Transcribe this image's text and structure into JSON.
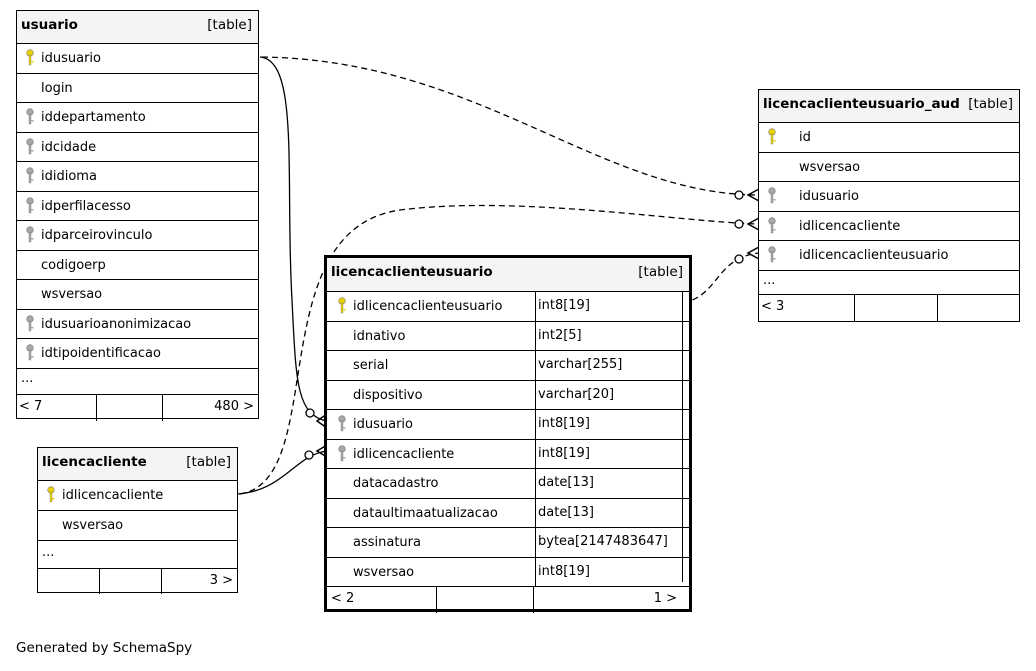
{
  "footer_text": "Generated by SchemaSpy",
  "tables": {
    "usuario": {
      "name": "usuario",
      "kind": "[table]",
      "columns": [
        {
          "name": "idusuario",
          "key": "primary"
        },
        {
          "name": "login",
          "key": "none"
        },
        {
          "name": "iddepartamento",
          "key": "foreign"
        },
        {
          "name": "idcidade",
          "key": "foreign"
        },
        {
          "name": "ididioma",
          "key": "foreign"
        },
        {
          "name": "idperfilacesso",
          "key": "foreign"
        },
        {
          "name": "idparceirovinculo",
          "key": "foreign"
        },
        {
          "name": "codigoerp",
          "key": "none"
        },
        {
          "name": "wsversao",
          "key": "none"
        },
        {
          "name": "idusuarioanonimizacao",
          "key": "foreign"
        },
        {
          "name": "idtipoidentificacao",
          "key": "foreign"
        }
      ],
      "more": "...",
      "footer": [
        "< 7",
        "",
        "480 >"
      ]
    },
    "licencacliente": {
      "name": "licencacliente",
      "kind": "[table]",
      "columns": [
        {
          "name": "idlicencacliente",
          "key": "primary"
        },
        {
          "name": "wsversao",
          "key": "none"
        }
      ],
      "more": "...",
      "footer": [
        "",
        "",
        "3 >"
      ]
    },
    "licencaclienteusuario": {
      "name": "licencaclienteusuario",
      "kind": "[table]",
      "columns": [
        {
          "name": "idlicencaclienteusuario",
          "type": "int8[19]",
          "key": "primary"
        },
        {
          "name": "idnativo",
          "type": "int2[5]",
          "key": "none"
        },
        {
          "name": "serial",
          "type": "varchar[255]",
          "key": "none"
        },
        {
          "name": "dispositivo",
          "type": "varchar[20]",
          "key": "none"
        },
        {
          "name": "idusuario",
          "type": "int8[19]",
          "key": "foreign"
        },
        {
          "name": "idlicencacliente",
          "type": "int8[19]",
          "key": "foreign"
        },
        {
          "name": "datacadastro",
          "type": "date[13]",
          "key": "none"
        },
        {
          "name": "dataultimaatualizacao",
          "type": "date[13]",
          "key": "none"
        },
        {
          "name": "assinatura",
          "type": "bytea[2147483647]",
          "key": "none"
        },
        {
          "name": "wsversao",
          "type": "int8[19]",
          "key": "none"
        }
      ],
      "footer": [
        "< 2",
        "",
        "1 >"
      ]
    },
    "licencaclienteusuario_aud": {
      "name": "licencaclienteusuario_aud",
      "kind": "[table]",
      "columns": [
        {
          "name": "id",
          "key": "primary"
        },
        {
          "name": "wsversao",
          "key": "none"
        },
        {
          "name": "idusuario",
          "key": "foreign"
        },
        {
          "name": "idlicencacliente",
          "key": "foreign"
        },
        {
          "name": "idlicencaclienteusuario",
          "key": "foreign"
        }
      ],
      "more": "...",
      "footer": [
        "< 3",
        "",
        ""
      ]
    }
  },
  "colors": {
    "primary_key": "#e8d200",
    "foreign_key": "#a8a8a8",
    "header_bg": "#f4f4f4"
  }
}
